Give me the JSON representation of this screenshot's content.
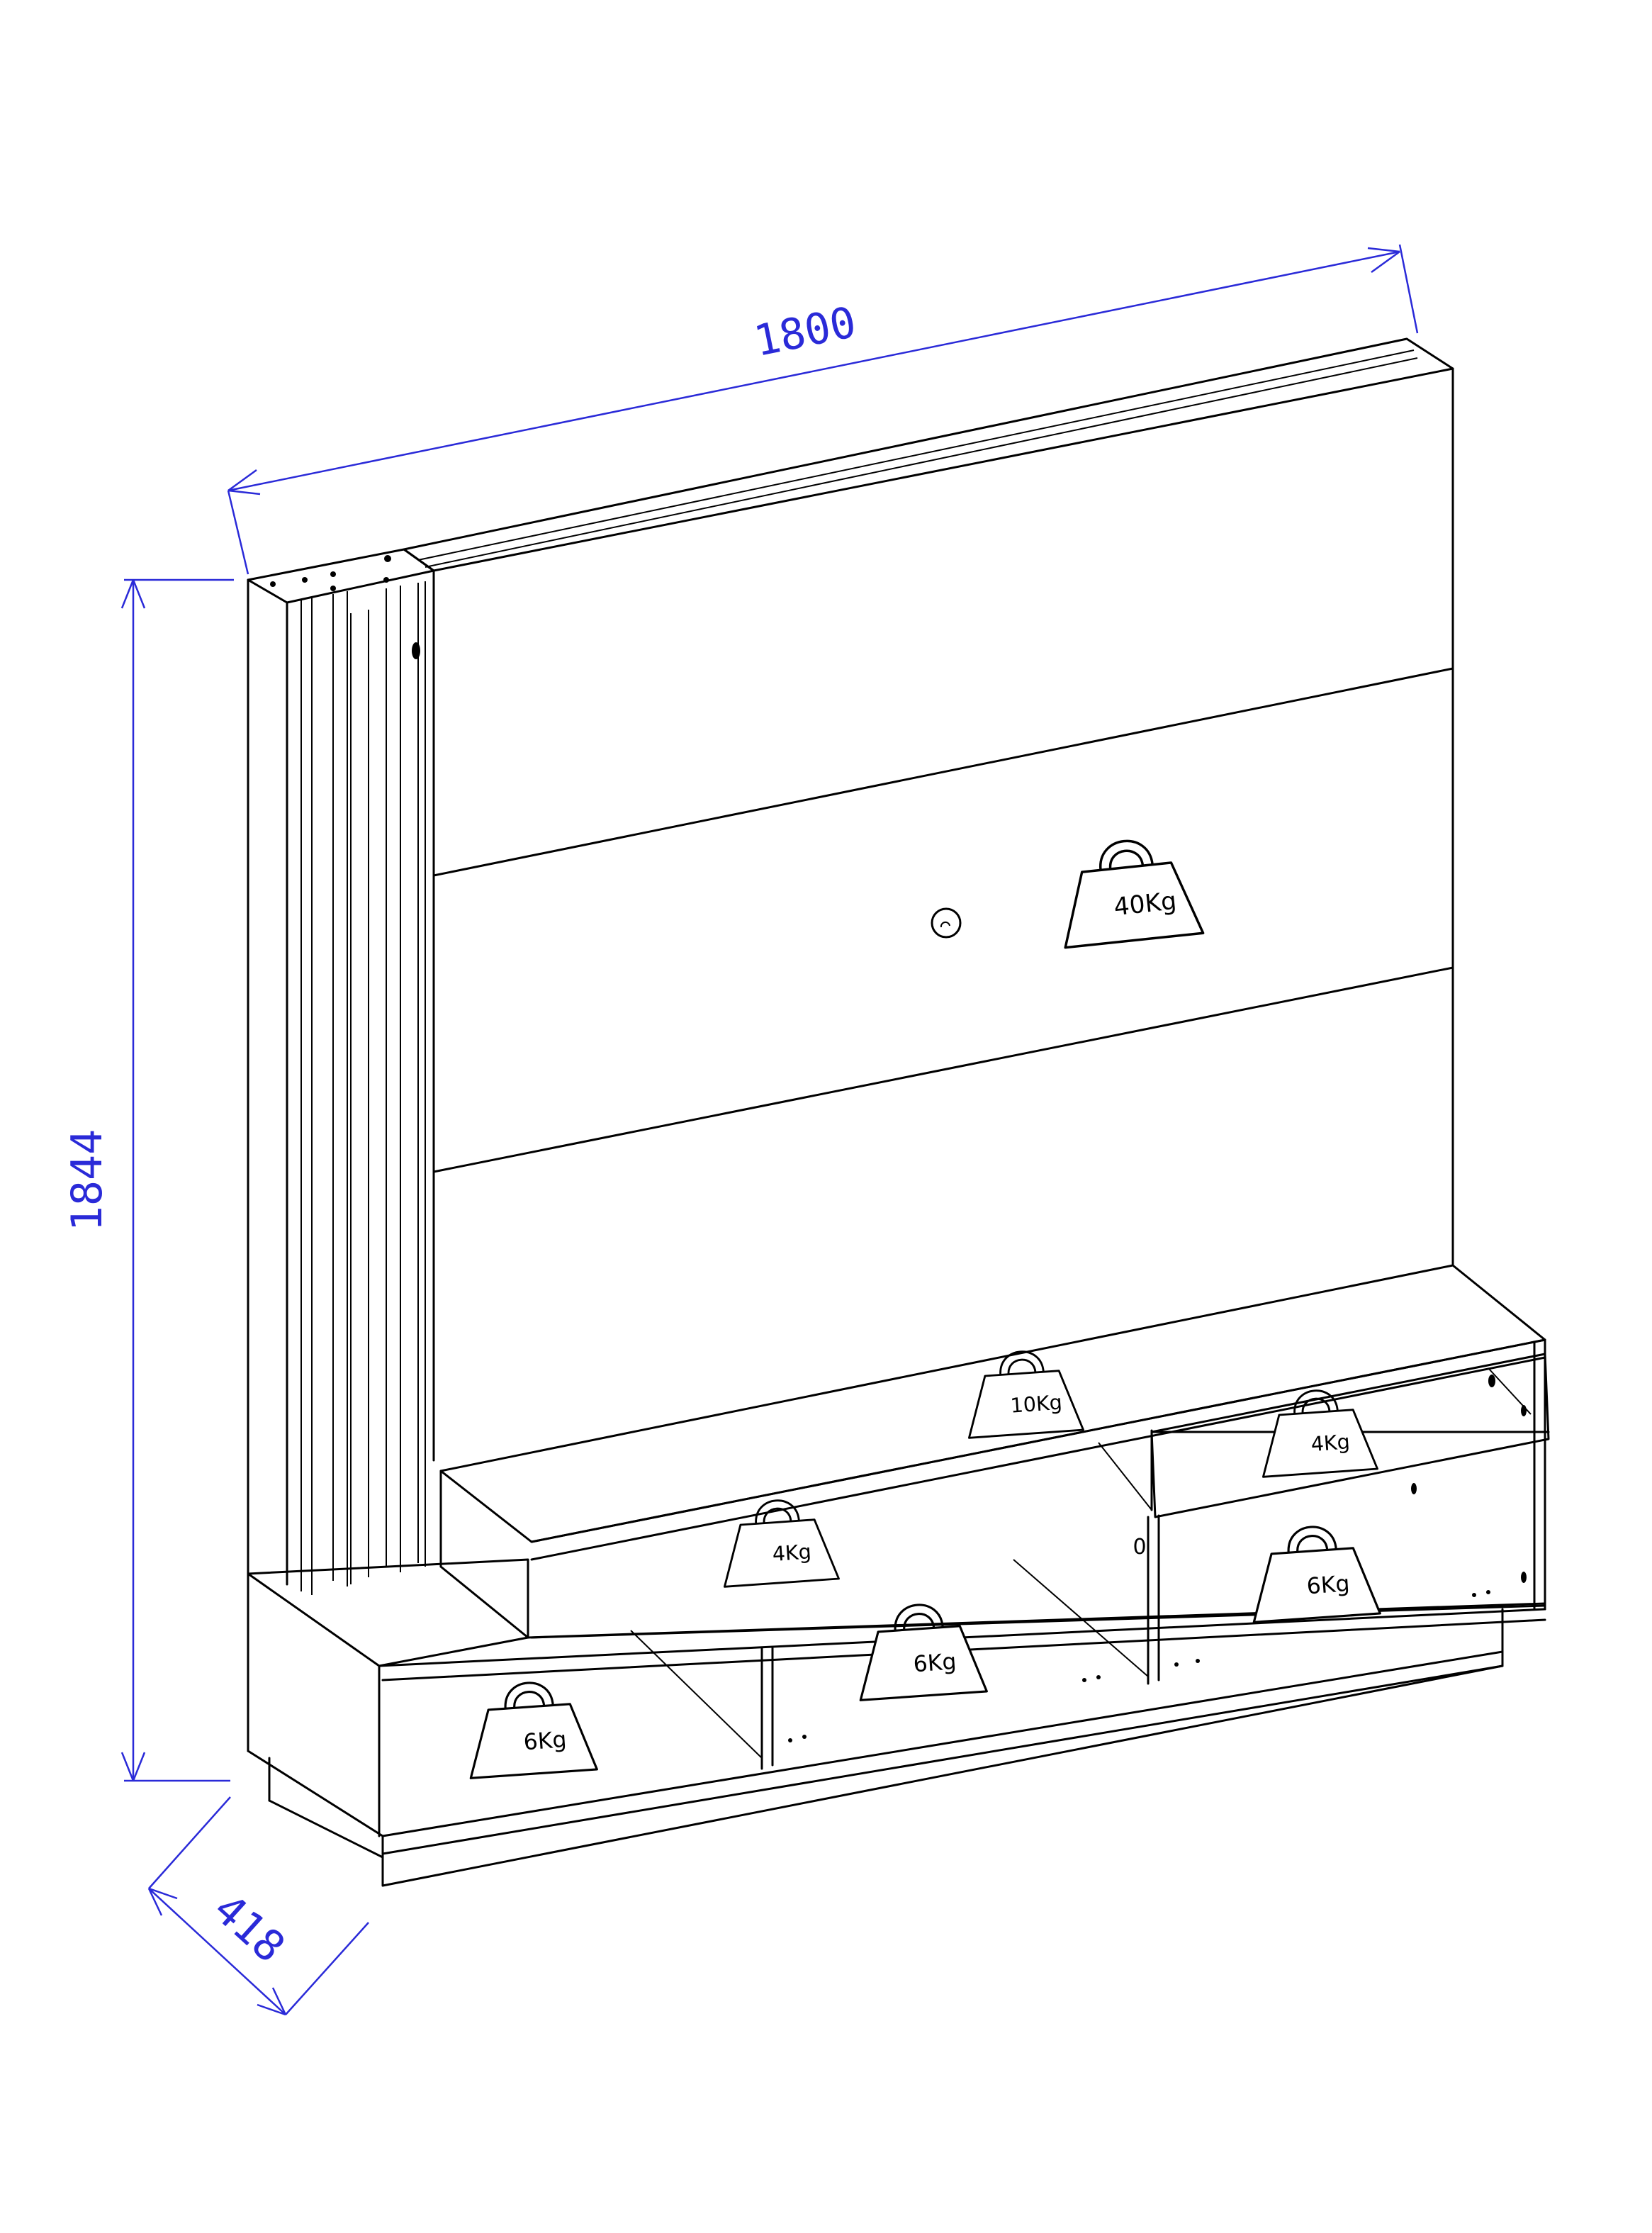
{
  "colors": {
    "dimension": "#2a2ad8",
    "ink": "#000000",
    "background": "#ffffff"
  },
  "dimensions": {
    "width": "1800",
    "height": "1844",
    "depth": "418"
  },
  "weights": {
    "panel": "40Kg",
    "top_shelf_center": "10Kg",
    "top_shelf_right": "4Kg",
    "upper_cubby_left": "4Kg",
    "right_cubby": "6Kg",
    "middle_cubby": "6Kg",
    "left_cubby": "6Kg"
  },
  "misc_mark": "0"
}
